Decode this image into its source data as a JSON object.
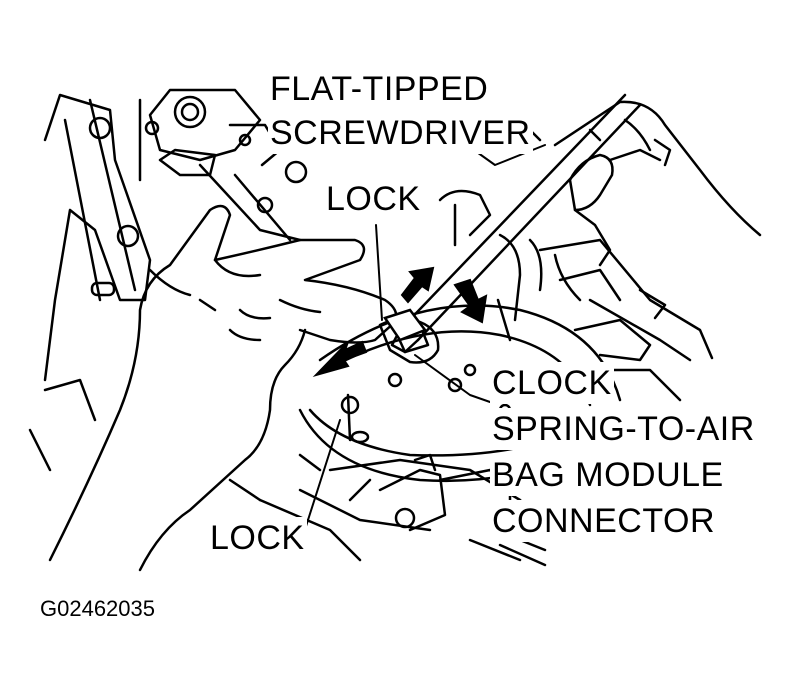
{
  "labels": {
    "screwdriver_line1": "FLAT-TIPPED",
    "screwdriver_line2": "SCREWDRIVER",
    "lock_top": "LOCK",
    "lock_bottom": "LOCK",
    "connector_line1": "CLOCK",
    "connector_line2": "SPRING-TO-AIR",
    "connector_line3": "BAG MODULE",
    "connector_line4": "CONNECTOR"
  },
  "figure_id": "G02462035"
}
